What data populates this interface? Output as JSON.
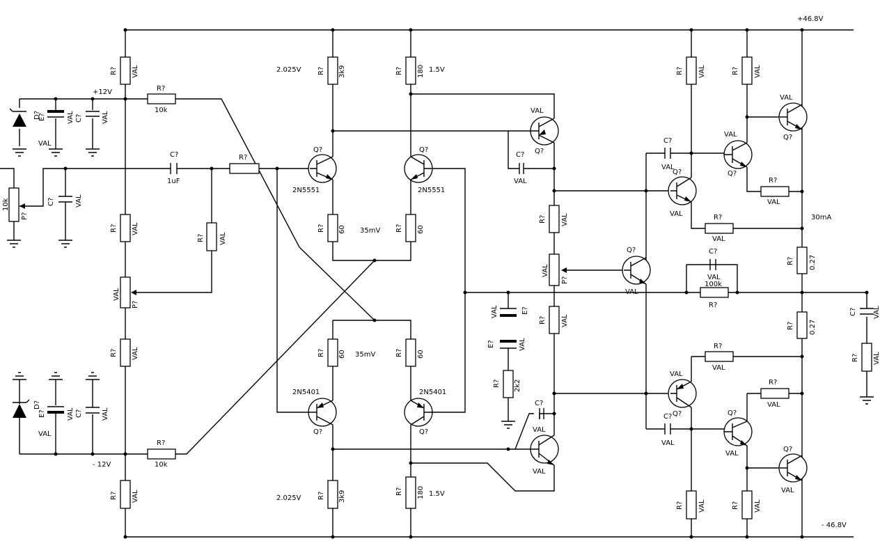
{
  "schematic": {
    "supply": {
      "pos_rail": "+46.8V",
      "neg_rail": "- 46.8V",
      "pos12": "+12V",
      "neg12": "- 12V"
    },
    "annotations": {
      "v_top_left": "2.025V",
      "v_top_right": "1.5V",
      "v_bot_left": "2.025V",
      "v_bot_right": "1.5V",
      "mv_top": "35mV",
      "mv_bot": "35mV",
      "bias_current": "30mA"
    },
    "generic": {
      "ref_r": "R?",
      "ref_c": "C?",
      "ref_q": "Q?",
      "ref_p": "P?",
      "ref_e": "E?",
      "ref_d": "D?",
      "val": "VAL"
    },
    "values": {
      "r_10k": "10k",
      "c_1uF": "1uF",
      "r_3k9": "3k9",
      "r_180": "180",
      "r_60": "60",
      "r_2k2": "2k2",
      "r_0_27": "0.27",
      "r_100k": "100k",
      "q_npn": "2N5551",
      "q_pnp": "2N5401"
    }
  }
}
